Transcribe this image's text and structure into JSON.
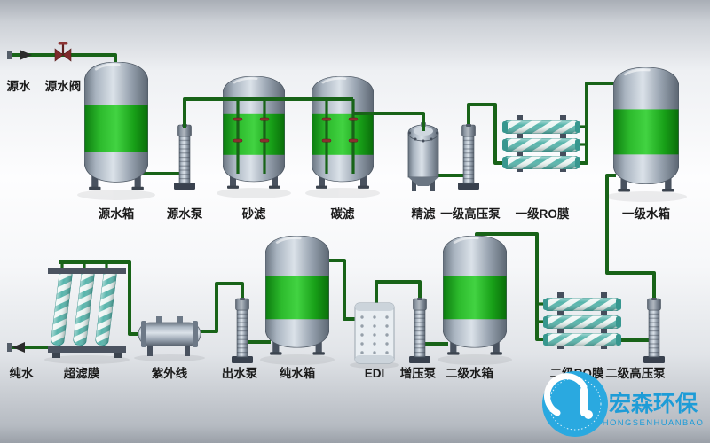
{
  "labels": {
    "source_water": "源水",
    "source_valve": "源水阀",
    "source_tank": "源水箱",
    "source_pump": "源水泵",
    "sand_filter": "砂滤",
    "carbon_filter": "碳滤",
    "precision_filter": "精滤",
    "stage1_hp_pump": "一级高压泵",
    "stage1_ro_membrane": "一级RO膜",
    "stage1_water_tank": "一级水箱",
    "pure_water": "纯水",
    "uf_membrane": "超滤膜",
    "uv_sterilizer": "紫外线",
    "outlet_pump": "出水泵",
    "pure_water_tank": "纯水箱",
    "edi": "EDI",
    "booster_pump": "增压泵",
    "stage2_water_tank": "二级水箱",
    "stage2_ro_membrane": "二级RO膜",
    "stage2_hp_pump": "二级高压泵"
  },
  "logo": {
    "company_cn": "宏森环保",
    "company_en": "HONGSENHUANBAO"
  },
  "colors": {
    "pipe_green": "#186318",
    "tank_green": "#2dbb2d",
    "membrane_teal": "#5bb7ae",
    "logo_blue": "#1e9cd7"
  }
}
